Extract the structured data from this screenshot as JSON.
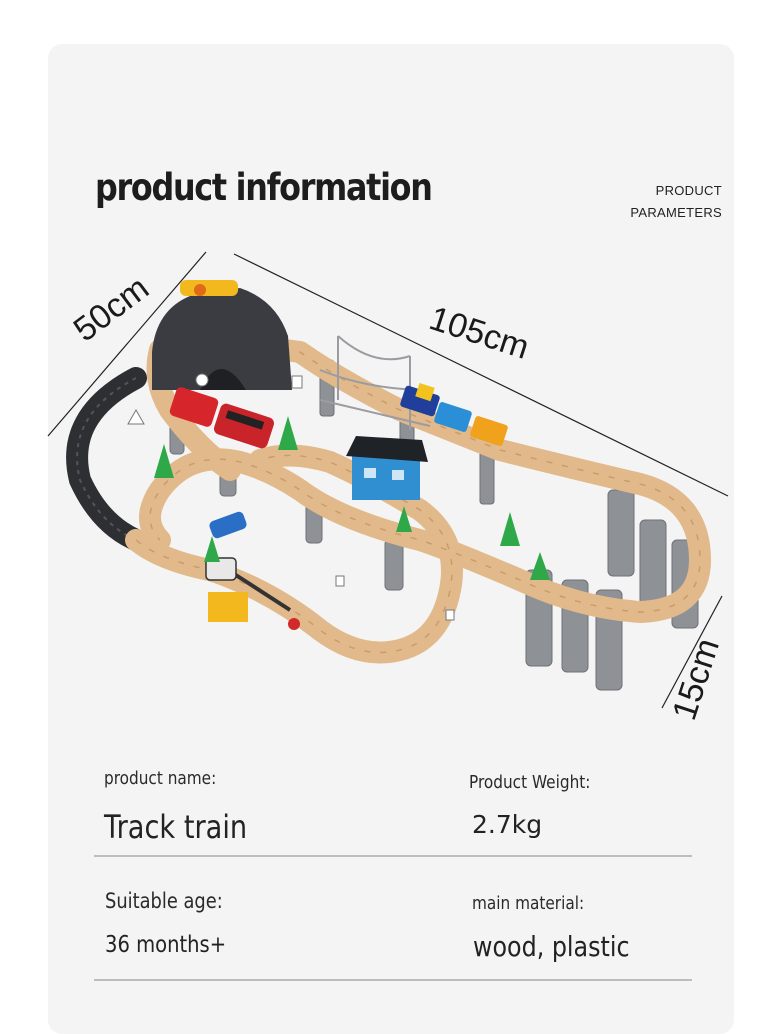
{
  "header": {
    "title": "product information",
    "params_line1": "PRODUCT",
    "params_line2": "PARAMETERS"
  },
  "dimensions": {
    "width": "50cm",
    "length": "105cm",
    "height": "15cm"
  },
  "specs": {
    "product_name_label": "product name:",
    "product_name_value": "Track train",
    "weight_label": "Product Weight:",
    "weight_value": "2.7kg",
    "age_label": "Suitable age:",
    "age_value": "36 months+",
    "material_label": "main material:",
    "material_value": "wood, plastic"
  },
  "colors": {
    "card_background": "#f4f4f4",
    "track_wood": "#e2b98a",
    "pillar_gray": "#8e9196",
    "tunnel_dark": "#3a3c41"
  }
}
